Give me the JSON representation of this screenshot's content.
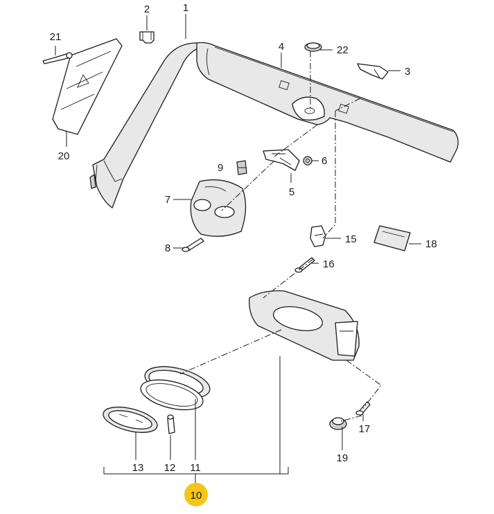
{
  "diagram": {
    "highlight_color": "#f5c518",
    "callouts": {
      "c1": "1",
      "c2": "2",
      "c3": "3",
      "c4": "4",
      "c5": "5",
      "c6": "6",
      "c7": "7",
      "c8": "8",
      "c9": "9",
      "c10": "10",
      "c11": "11",
      "c12": "12",
      "c13": "13",
      "c15": "15",
      "c16": "16",
      "c17": "17",
      "c18": "18",
      "c19": "19",
      "c20": "20",
      "c21": "21",
      "c22": "22"
    }
  }
}
